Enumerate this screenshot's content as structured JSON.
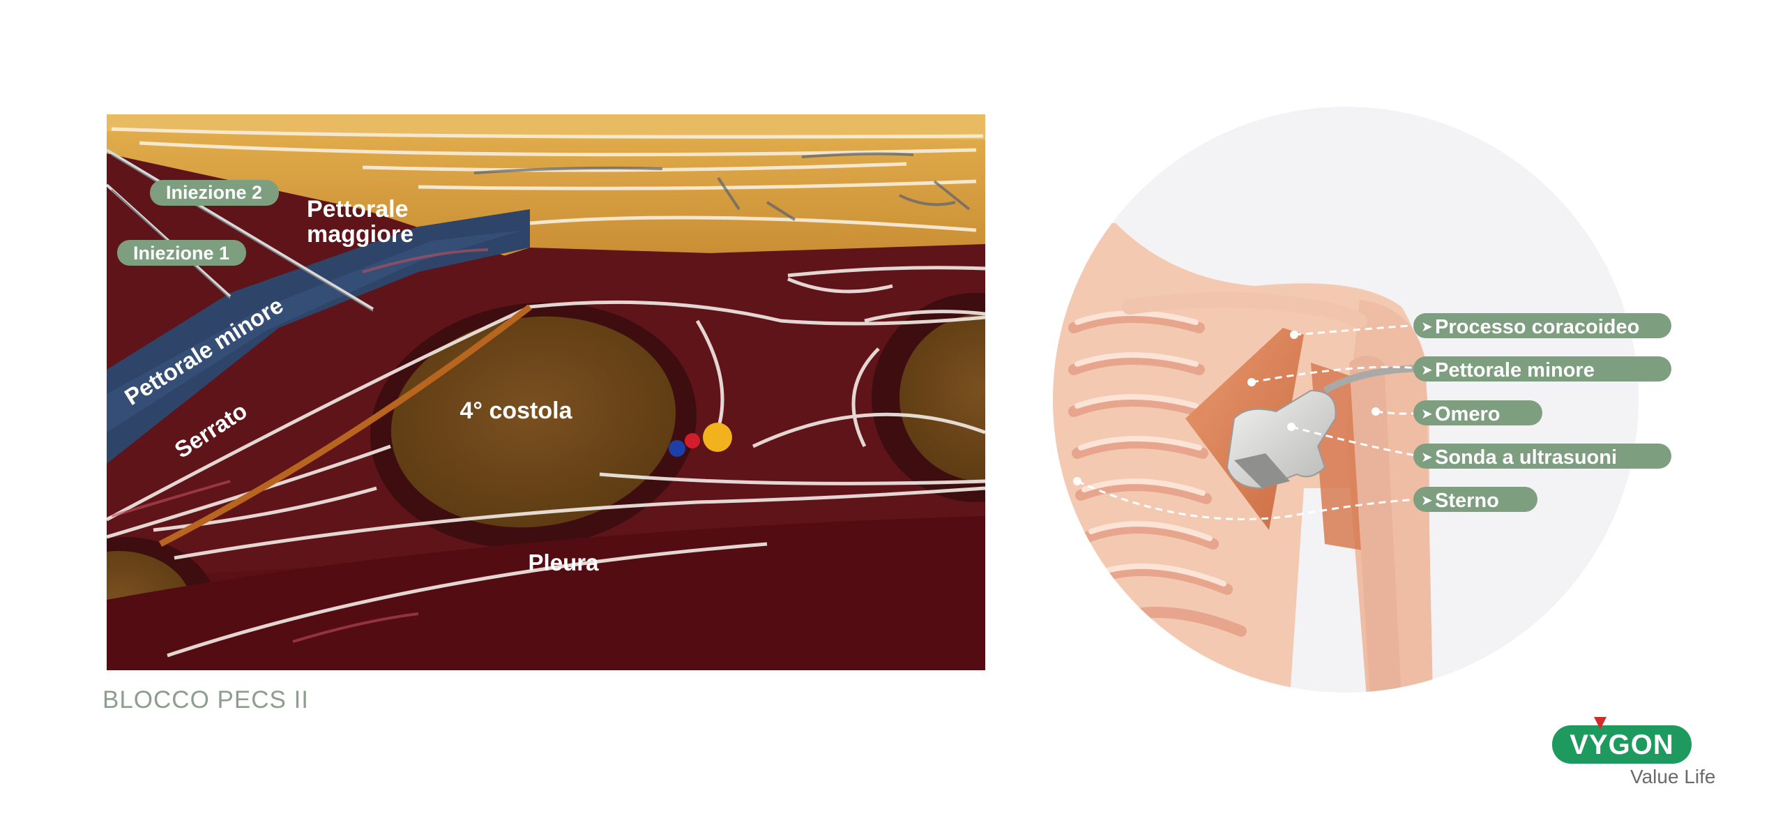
{
  "cross_section": {
    "labels": {
      "injection_2": "Iniezione 2",
      "injection_1": "Iniezione 1",
      "pec_major_line1": "Pettorale",
      "pec_major_line2": "maggiore",
      "pec_minor": "Pettorale minore",
      "serratus": "Serrato",
      "rib": "4° costola",
      "pleura": "Pleura"
    }
  },
  "shoulder_callouts": [
    {
      "label": "Processo coracoideo"
    },
    {
      "label": "Pettorale minore"
    },
    {
      "label": "Omero"
    },
    {
      "label": "Sonda a ultrasuoni"
    },
    {
      "label": "Sterno"
    }
  ],
  "caption": "BLOCCO PECS II",
  "brand": {
    "name": "VYGON",
    "tagline": "Value Life"
  },
  "colors": {
    "label_green": "#7d9e7f",
    "fat": "#d9a043",
    "muscle": "#6b1a1f",
    "pec_minor_blue": "#2e4468",
    "rib_bone": "#6e4617",
    "brand_green": "#1f9a5e",
    "brand_red": "#d32a2a"
  }
}
